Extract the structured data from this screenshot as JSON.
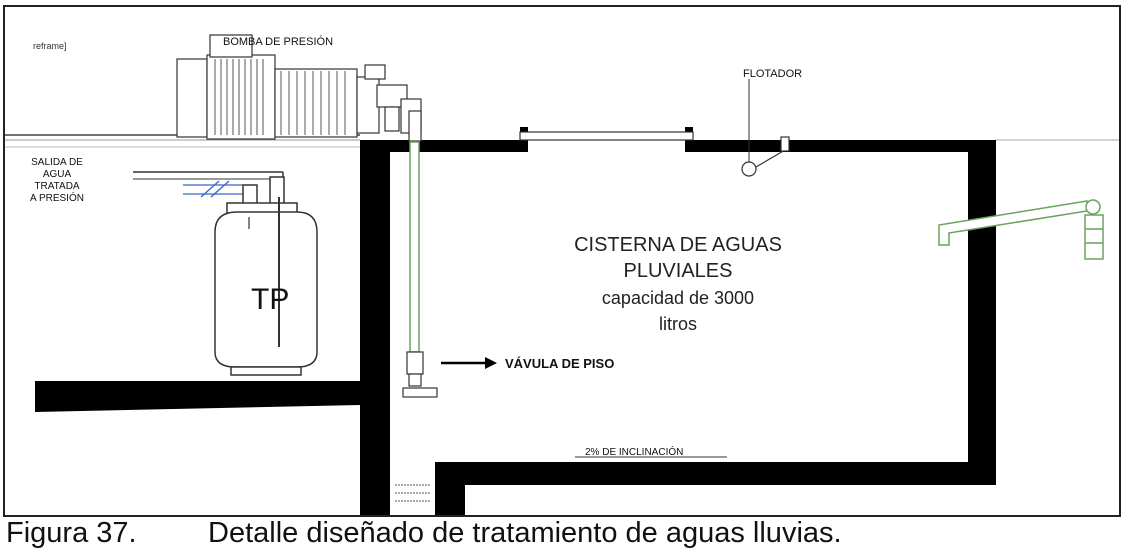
{
  "diagram": {
    "frame_label": "reframe]",
    "pump_label": "BOMBA DE PRESIÓN",
    "float_label": "FLOTADOR",
    "outlet_label_lines": [
      "SALIDA DE",
      "AGUA",
      "TRATADA",
      "A PRESIÓN"
    ],
    "tank_label": "TP",
    "valve_label": "VÁVULA DE PISO",
    "cistern_label_lines": [
      "CISTERNA DE AGUAS",
      "PLUVIALES",
      "capacidad de 3000",
      "litros"
    ],
    "slope_label": "2% DE INCLINACIÓN",
    "colors": {
      "walls": "#000000",
      "pipe": "#6aa35f",
      "lines": "#333333",
      "hatch": "#3a66c8"
    }
  },
  "caption": {
    "number": "Figura 37.",
    "text": "Detalle diseñado de tratamiento de aguas lluvias."
  }
}
